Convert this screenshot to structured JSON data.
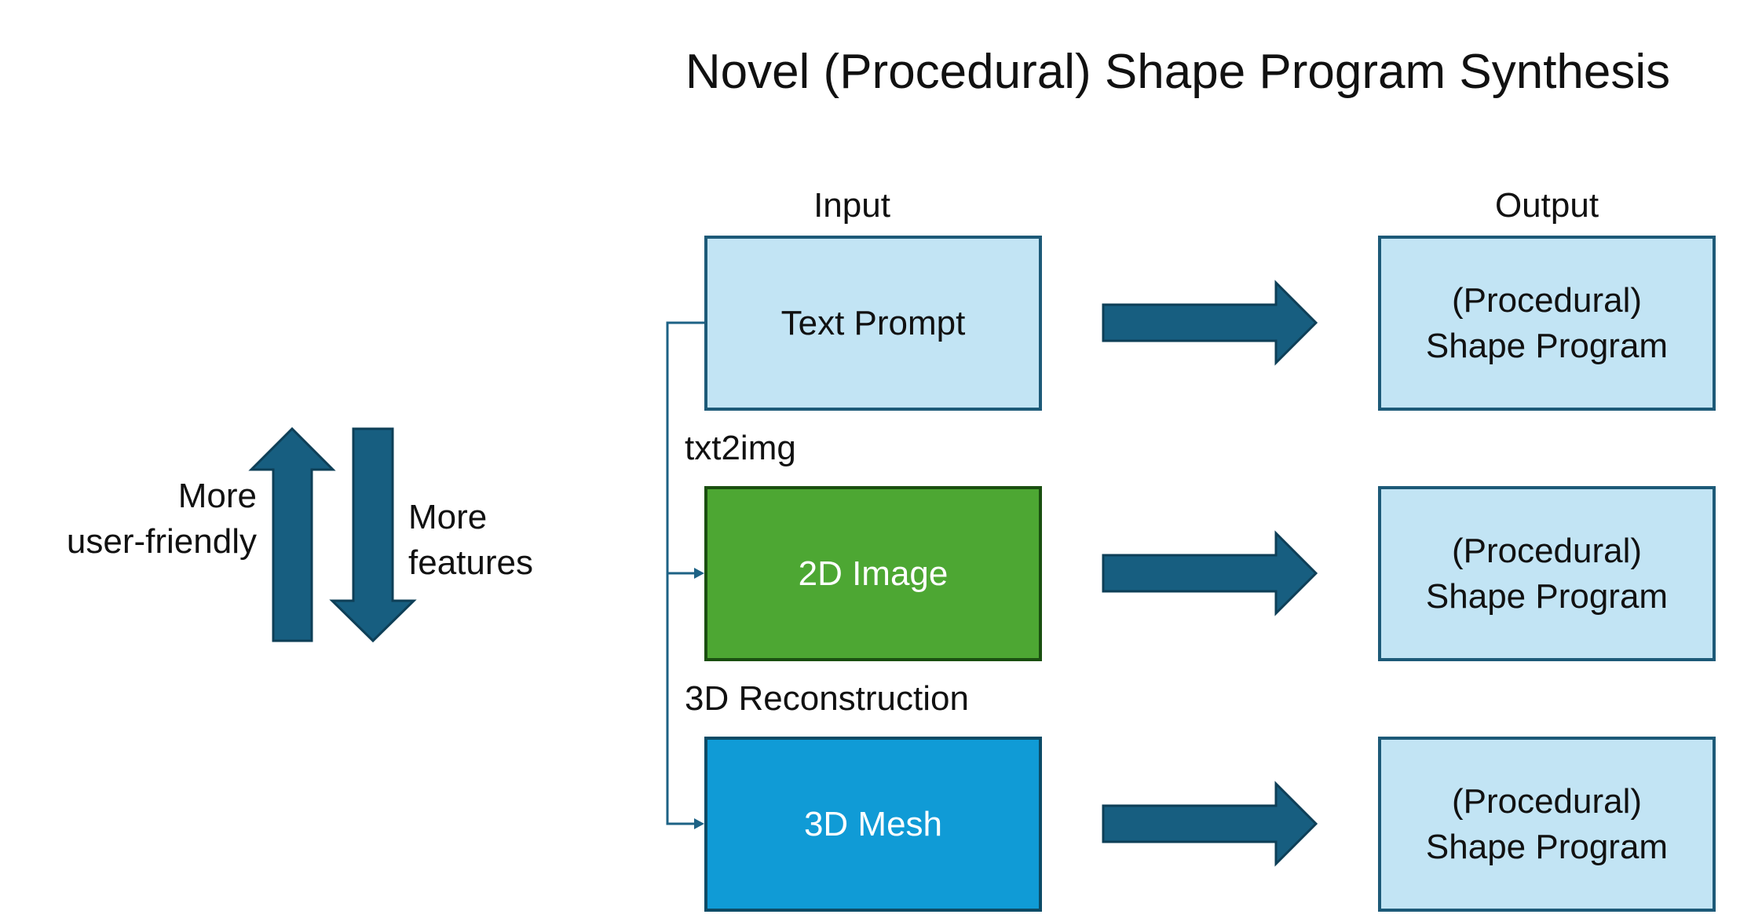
{
  "title": "Novel (Procedural) Shape Program Synthesis",
  "column_labels": {
    "input": "Input",
    "output": "Output"
  },
  "inputs": {
    "text_prompt": "Text Prompt",
    "image_2d": "2D Image",
    "mesh_3d": "3D Mesh"
  },
  "edge_labels": {
    "txt2img": "txt2img",
    "reconstruction": "3D Reconstruction"
  },
  "outputs": [
    {
      "line1": "(Procedural)",
      "line2": "Shape Program"
    },
    {
      "line1": "(Procedural)",
      "line2": "Shape Program"
    },
    {
      "line1": "(Procedural)",
      "line2": "Shape Program"
    }
  ],
  "legend": {
    "up_text_line1": "More",
    "up_text_line2": "user-friendly",
    "down_text_line1": "More",
    "down_text_line2": "features"
  },
  "colors": {
    "arrow_fill": "#175e80",
    "arrow_stroke": "#0e3f57",
    "connector": "#1d6285",
    "light_box": "#c2e4f4",
    "green_box": "#4da733",
    "blue_box": "#109bd6"
  }
}
